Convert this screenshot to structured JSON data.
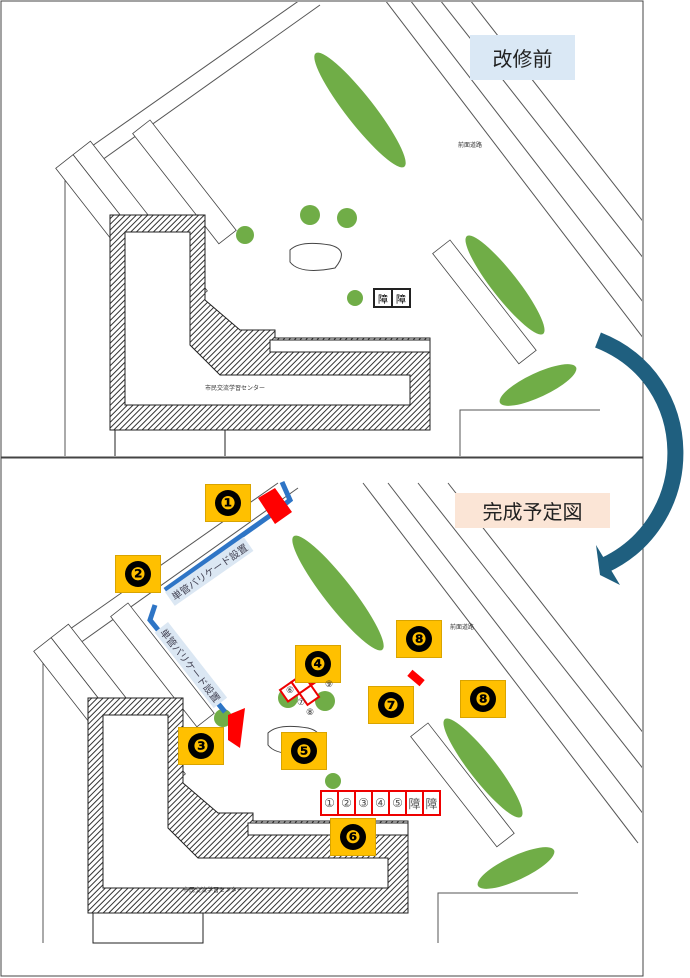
{
  "before": {
    "title": "改修前",
    "road_label": "前面道路",
    "building_label": "市民交流学習センター",
    "handicap_spaces": [
      "障",
      "障"
    ]
  },
  "after": {
    "title": "完成予定図",
    "road_label": "前面道路",
    "building_label": "市民交流学習センター",
    "barricade_labels": [
      "単管バリケード設置",
      "単管バリケード設置"
    ],
    "markers": [
      "❶",
      "❷",
      "❸",
      "❹",
      "❺",
      "❻",
      "❼",
      "❽",
      "❽"
    ],
    "parking_numbers_row": [
      "①",
      "②",
      "③",
      "④",
      "⑤",
      "障",
      "障"
    ],
    "parking_numbers_cluster": [
      "⑥",
      "⑦",
      "⑧",
      "⑨"
    ]
  },
  "colors": {
    "marker": "#ffc000",
    "green": "#70ad47",
    "arrow": "#1f5f7f",
    "route": "#2e75c6",
    "red": "#ff0000",
    "before_title_bg": "#dae8f5",
    "after_title_bg": "#fbe5d6"
  }
}
